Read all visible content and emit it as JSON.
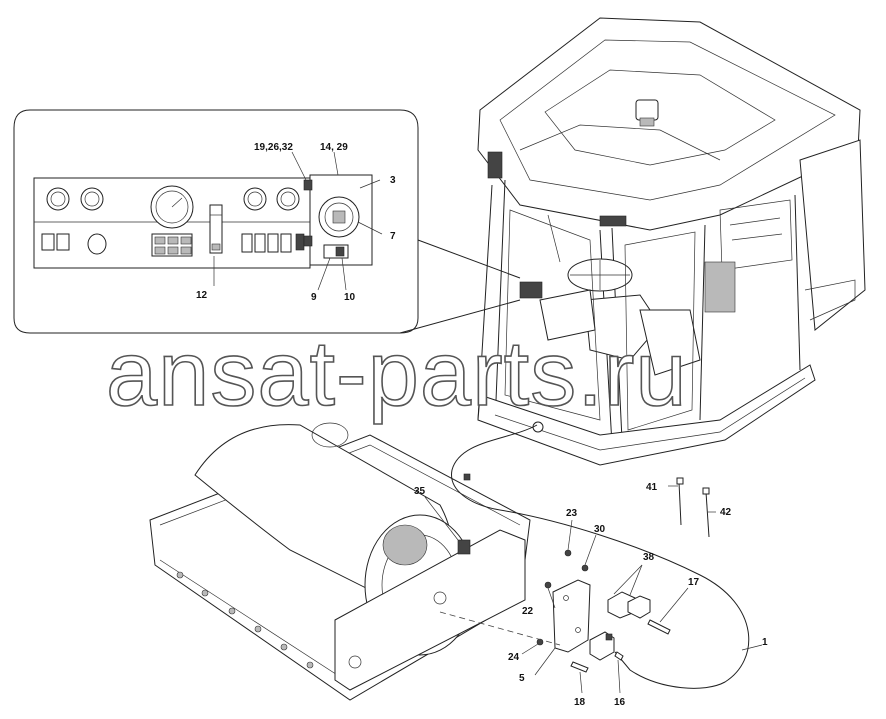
{
  "labels": {
    "l1": "1",
    "l3": "3",
    "l5": "5",
    "l7": "7",
    "l9": "9",
    "l10": "10",
    "l12": "12",
    "l14_29": "14, 29",
    "l16": "16",
    "l17": "17",
    "l18": "18",
    "l19_26_32": "19,26,32",
    "l22": "22",
    "l23": "23",
    "l24": "24",
    "l30": "30",
    "l35": "35",
    "l38": "38",
    "l41": "41",
    "l42": "42"
  },
  "watermark": "ansat-parts.ru"
}
